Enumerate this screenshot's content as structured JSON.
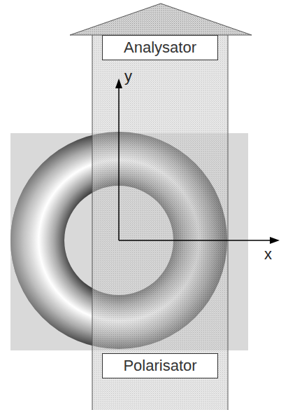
{
  "diagram": {
    "nodes": [
      {
        "text": [
          "Analysator"
        ]
      },
      {
        "text": [
          "Polarisator"
        ]
      }
    ],
    "labels": [
      "y",
      "x"
    ]
  }
}
